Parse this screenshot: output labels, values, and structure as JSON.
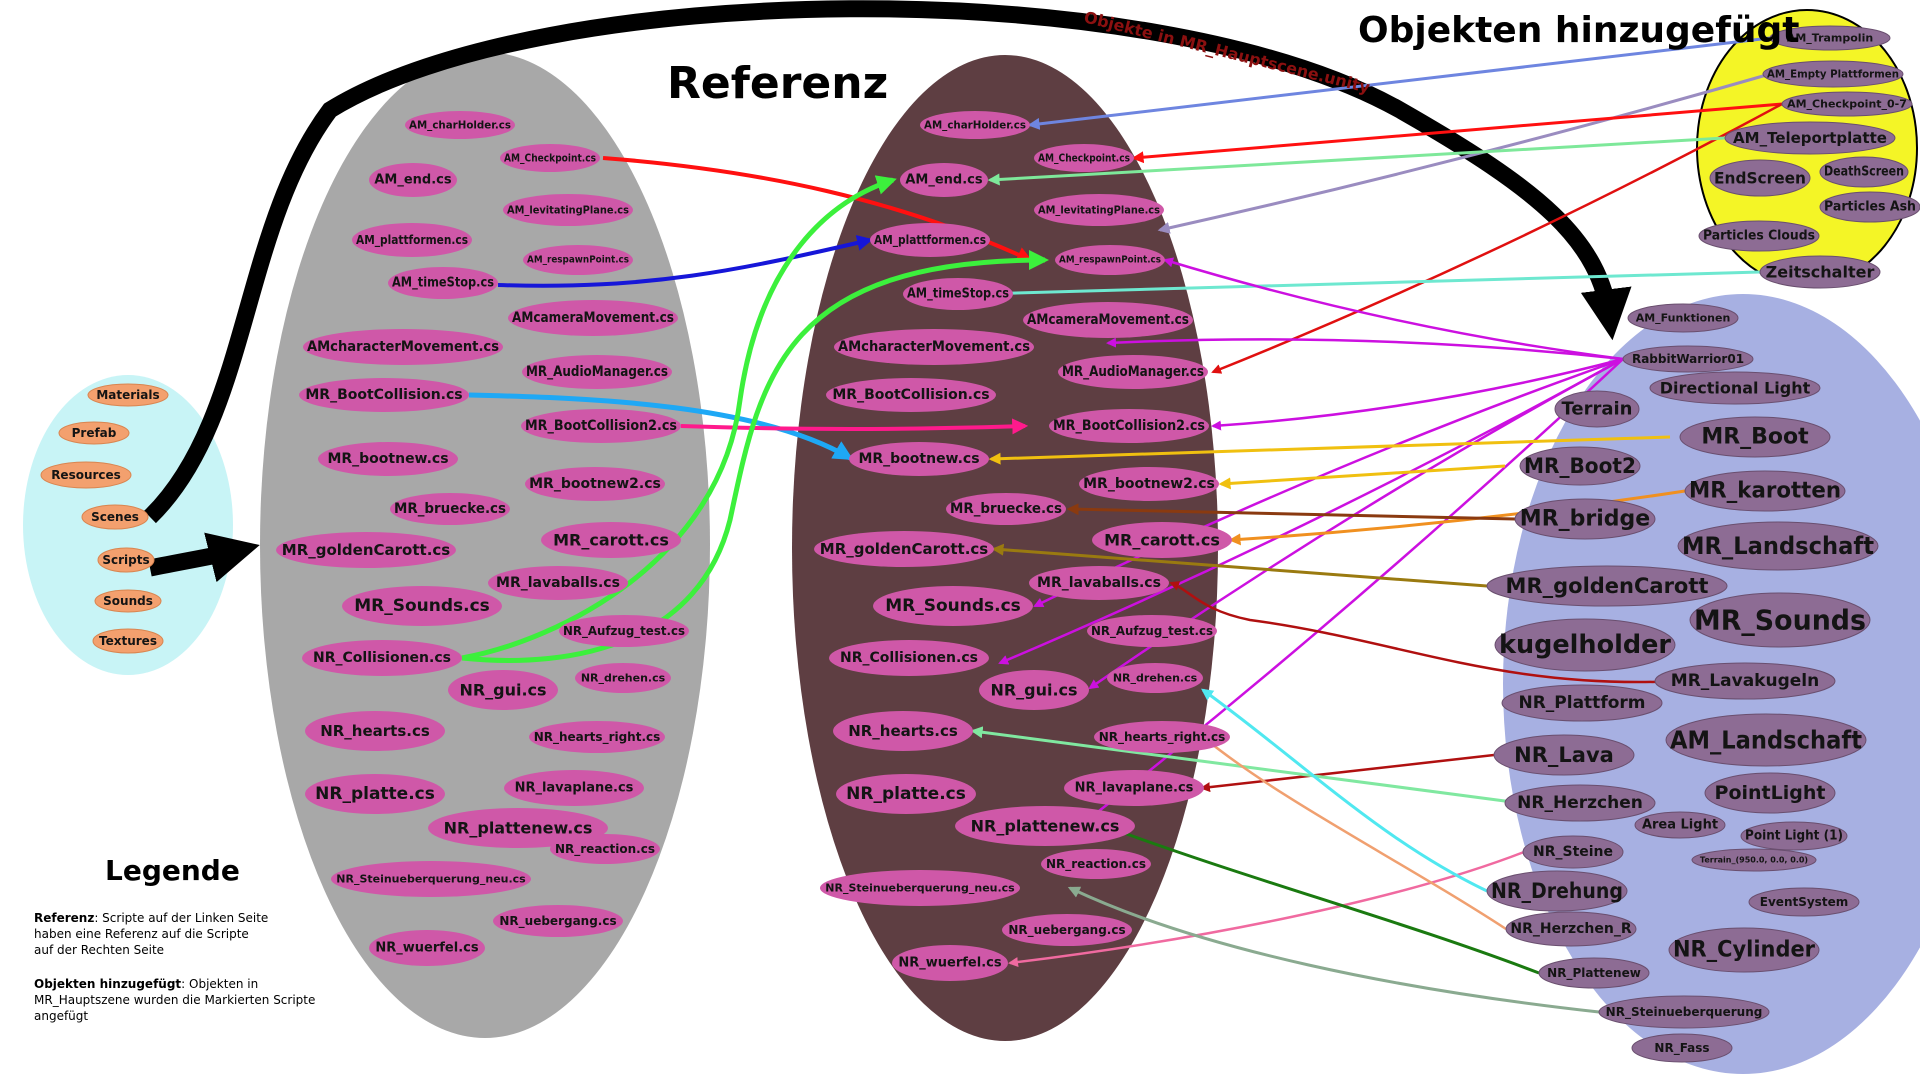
{
  "titles": {
    "referenz": "Referenz",
    "objekten": "Objekten hinzugefügt",
    "arc_label": "Objekte in MR_Hauptscene.unity"
  },
  "legend": {
    "heading": "Legende",
    "ref_label": "Referenz",
    "ref_line1": ": Scripte auf der Linken Seite",
    "ref_line2": "haben eine Referenz auf die Scripte",
    "ref_line3": "auf der Rechten Seite",
    "obj_label": "Objekten hinzugefügt",
    "obj_line1": ": Objekten in",
    "obj_line2": "MR_Hauptszene wurden die Markierten Scripte",
    "obj_line3": "angefügt"
  },
  "colors": {
    "project_panel": "#c8f4f6",
    "folder": "#f3a06e",
    "left_ellipse": "#a8a8a8",
    "mid_ellipse": "#5e3e42",
    "right_ellipse": "#a7b0e2",
    "top_ellipse": "#f4f526",
    "script_node": "#cf58a8",
    "object_node": "#8d6c94"
  },
  "project_folders": [
    "Materials",
    "Prefab",
    "Resources",
    "Scenes",
    "Scripts",
    "Sounds",
    "Textures"
  ],
  "left_scripts": [
    "AM_charHolder.cs",
    "AM_Checkpoint.cs",
    "AM_end.cs",
    "AM_levitatingPlane.cs",
    "AM_plattformen.cs",
    "AM_respawnPoint.cs",
    "AM_timeStop.cs",
    "AMcameraMovement.cs",
    "AMcharacterMovement.cs",
    "MR_AudioManager.cs",
    "MR_BootCollision.cs",
    "MR_BootCollision2.cs",
    "MR_bootnew.cs",
    "MR_bootnew2.cs",
    "MR_bruecke.cs",
    "MR_goldenCarott.cs",
    "MR_carott.cs",
    "MR_lavaballs.cs",
    "MR_Sounds.cs",
    "NR_Aufzug_test.cs",
    "NR_Collisionen.cs",
    "NR_gui.cs",
    "NR_drehen.cs",
    "NR_hearts.cs",
    "NR_hearts_right.cs",
    "NR_lavaplane.cs",
    "NR_platte.cs",
    "NR_plattenew.cs",
    "NR_reaction.cs",
    "NR_Steinueberquerung_neu.cs",
    "NR_uebergang.cs",
    "NR_wuerfel.cs"
  ],
  "mid_scripts": [
    "AM_charHolder.cs",
    "AM_Checkpoint.cs",
    "AM_end.cs",
    "AM_levitatingPlane.cs",
    "AM_plattformen.cs",
    "AM_respawnPoint.cs",
    "AM_timeStop.cs",
    "AMcameraMovement.cs",
    "AMcharacterMovement.cs",
    "MR_AudioManager.cs",
    "MR_BootCollision.cs",
    "MR_BootCollision2.cs",
    "MR_bootnew.cs",
    "MR_bootnew2.cs",
    "MR_bruecke.cs",
    "MR_carott.cs",
    "MR_goldenCarott.cs",
    "MR_lavaballs.cs",
    "MR_Sounds.cs",
    "NR_Aufzug_test.cs",
    "NR_Collisionen.cs",
    "NR_drehen.cs",
    "NR_gui.cs",
    "NR_hearts.cs",
    "NR_hearts_right.cs",
    "NR_lavaplane.cs",
    "NR_platte.cs",
    "NR_plattenew.cs",
    "NR_reaction.cs",
    "NR_Steinueberquerung_neu.cs",
    "NR_uebergang.cs",
    "NR_wuerfel.cs"
  ],
  "top_objects": [
    "AM_Trampolin",
    "AM_Empty Plattformen",
    "AM_Checkpoint_0-7",
    "AM_Teleportplatte",
    "EndScreen",
    "DeathScreen",
    "Particles Ash",
    "Particles Clouds",
    "Zeitschalter"
  ],
  "right_objects": [
    "AM_Funktionen",
    "RabbitWarrior01",
    "Terrain",
    "Directional Light",
    "MR_Boot",
    "MR_Boot2",
    "MR_karotten",
    "MR_bridge",
    "MR_Landschaft",
    "MR_goldenCarott",
    "MR_Sounds",
    "kugelholder",
    "MR_Lavakugeln",
    "NR_Plattform",
    "AM_Landschaft",
    "NR_Lava",
    "PointLight",
    "NR_Herzchen",
    "Area Light",
    "Point Light (1)",
    "NR_Steine",
    "Terrain_(950.0, 0.0, 0.0)",
    "NR_Drehung",
    "EventSystem",
    "NR_Herzchen_R",
    "NR_Cylinder",
    "NR_Plattenew",
    "NR_Steinueberquerung",
    "NR_Fass"
  ]
}
